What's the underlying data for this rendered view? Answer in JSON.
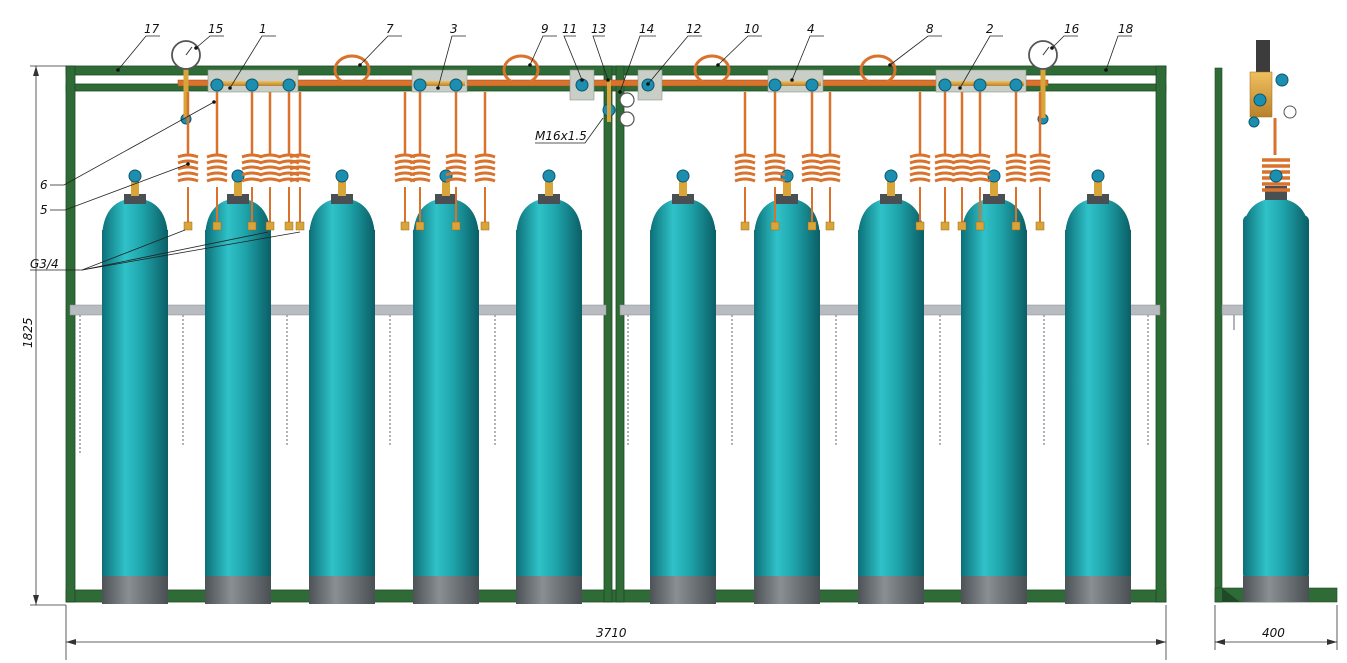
{
  "callouts": [
    "1",
    "2",
    "3",
    "4",
    "5",
    "6",
    "7",
    "8",
    "9",
    "10",
    "11",
    "12",
    "13",
    "14",
    "15",
    "16",
    "17",
    "18"
  ],
  "thread_labels": {
    "outlet": "G3/4",
    "regulator": "M16x1.5"
  },
  "dimensions": {
    "height": "1825",
    "width": "3710",
    "depth": "400"
  },
  "views": [
    "front-view",
    "side-view"
  ],
  "cylinder_count_front": 10,
  "colors": {
    "frame": "#2f6b36",
    "cylinder": "#1fa5ac",
    "cylinder_base": "#6e7378",
    "copper": "#d9722c",
    "brass": "#d9a53a",
    "valve": "#1c8fb0"
  }
}
